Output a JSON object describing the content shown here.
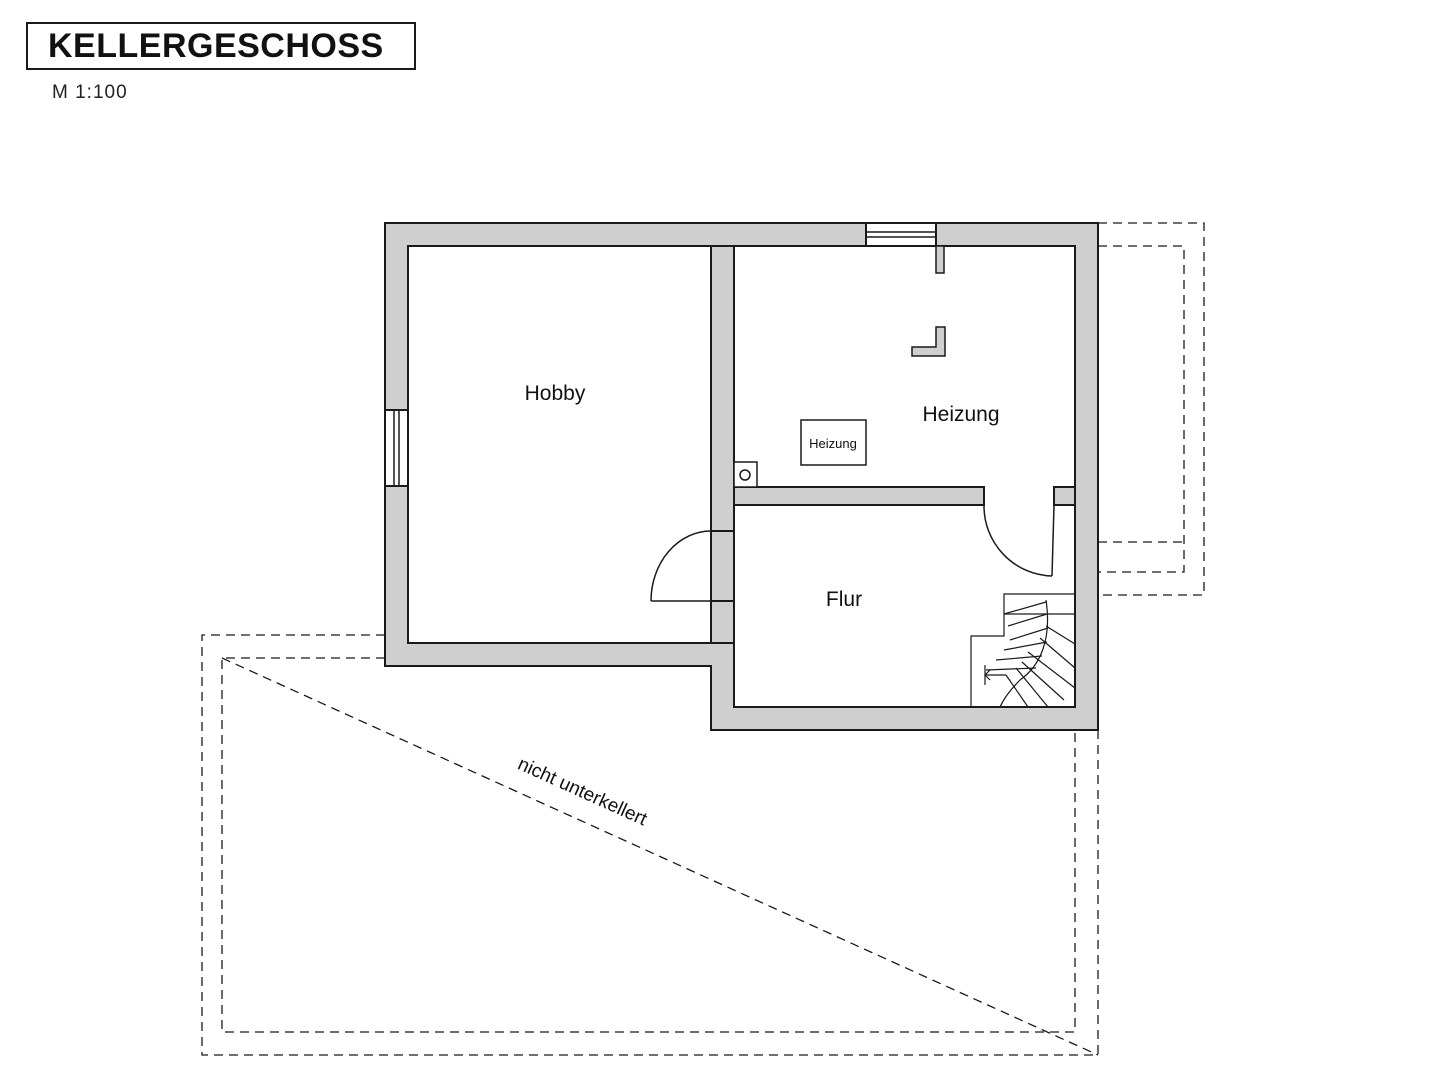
{
  "header": {
    "title": "KELLERGESCHOSS",
    "scale": "M  1:100"
  },
  "rooms": {
    "hobby": "Hobby",
    "heizung": "Heizung",
    "flur": "Flur"
  },
  "equipment": {
    "boiler_label": "Heizung"
  },
  "annotations": {
    "not_basement": "nicht unterkellert"
  },
  "colors": {
    "wall_fill": "#cfcfcf",
    "line": "#1a1a1a"
  }
}
